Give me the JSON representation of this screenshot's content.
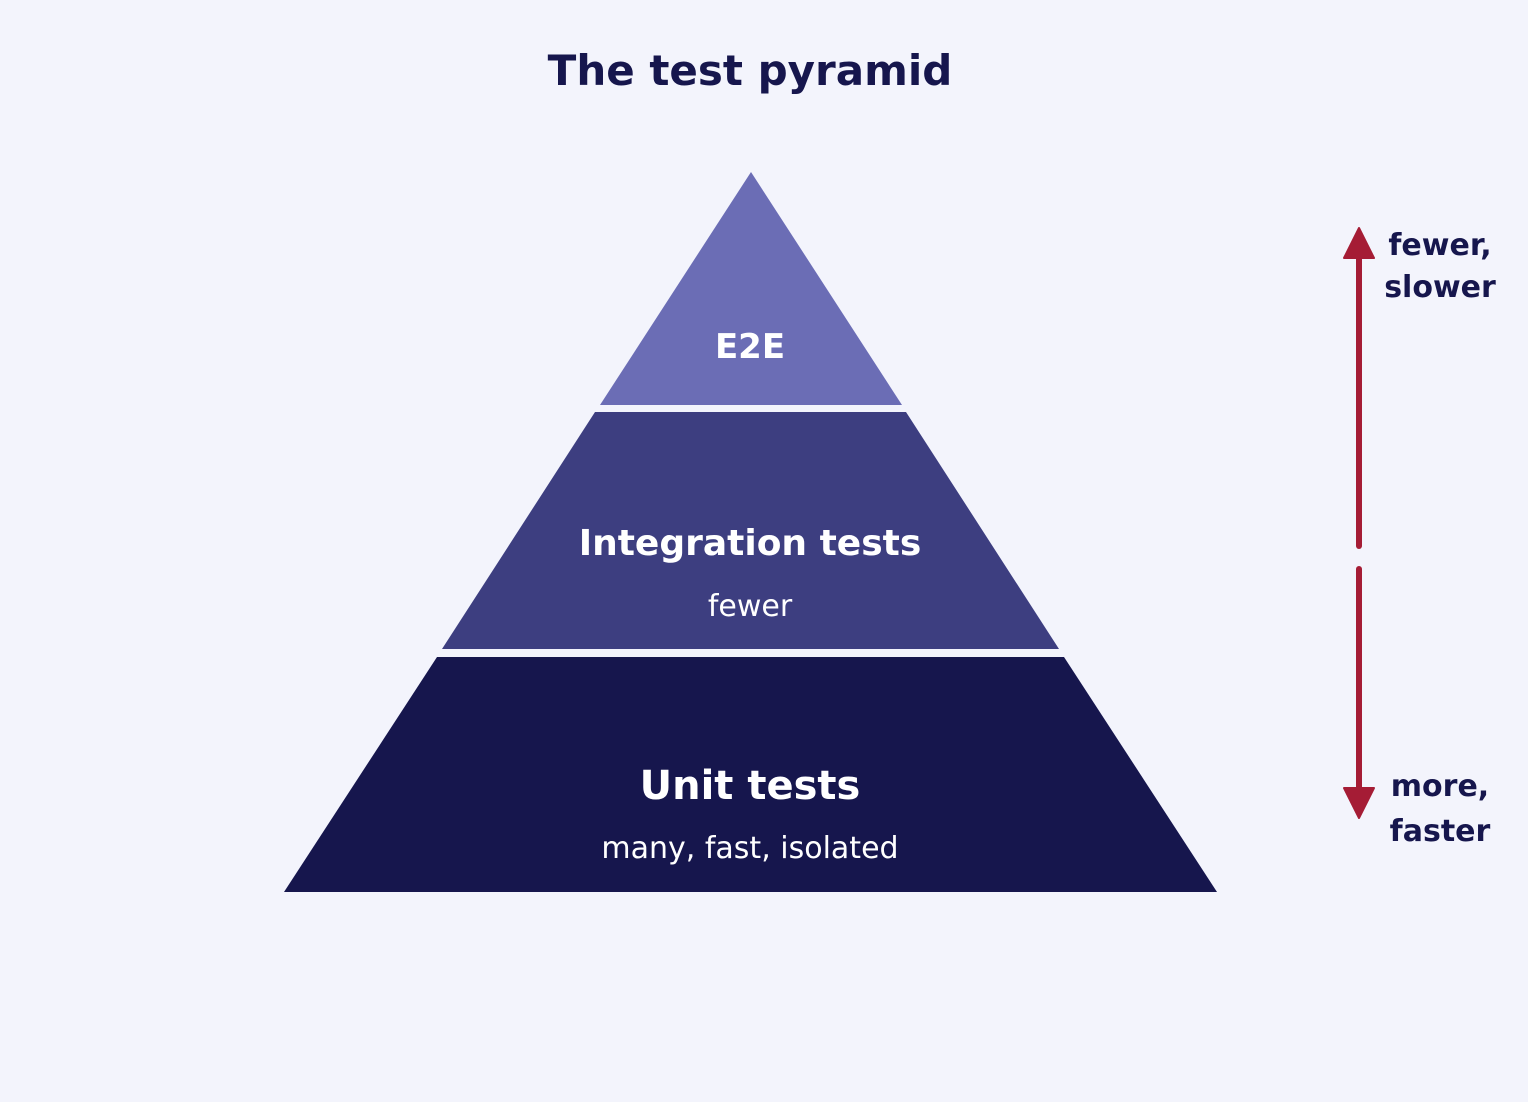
{
  "title": "The test pyramid",
  "colors": {
    "background": "#f3f4fc",
    "title": "#16164d",
    "tier_top": "#6b6db5",
    "tier_middle": "#3d3e80",
    "tier_bottom": "#16164d",
    "tier_text": "#ffffff",
    "arrow": "#a51c35",
    "side_text": "#16164d"
  },
  "tiers": [
    {
      "label": "E2E",
      "sub": ""
    },
    {
      "label": "Integration tests",
      "sub": "fewer"
    },
    {
      "label": "Unit tests",
      "sub": "many, fast, isolated"
    }
  ],
  "side_scale": {
    "top_label": [
      "fewer,",
      "slower"
    ],
    "bottom_label": [
      "more,",
      "faster"
    ]
  }
}
